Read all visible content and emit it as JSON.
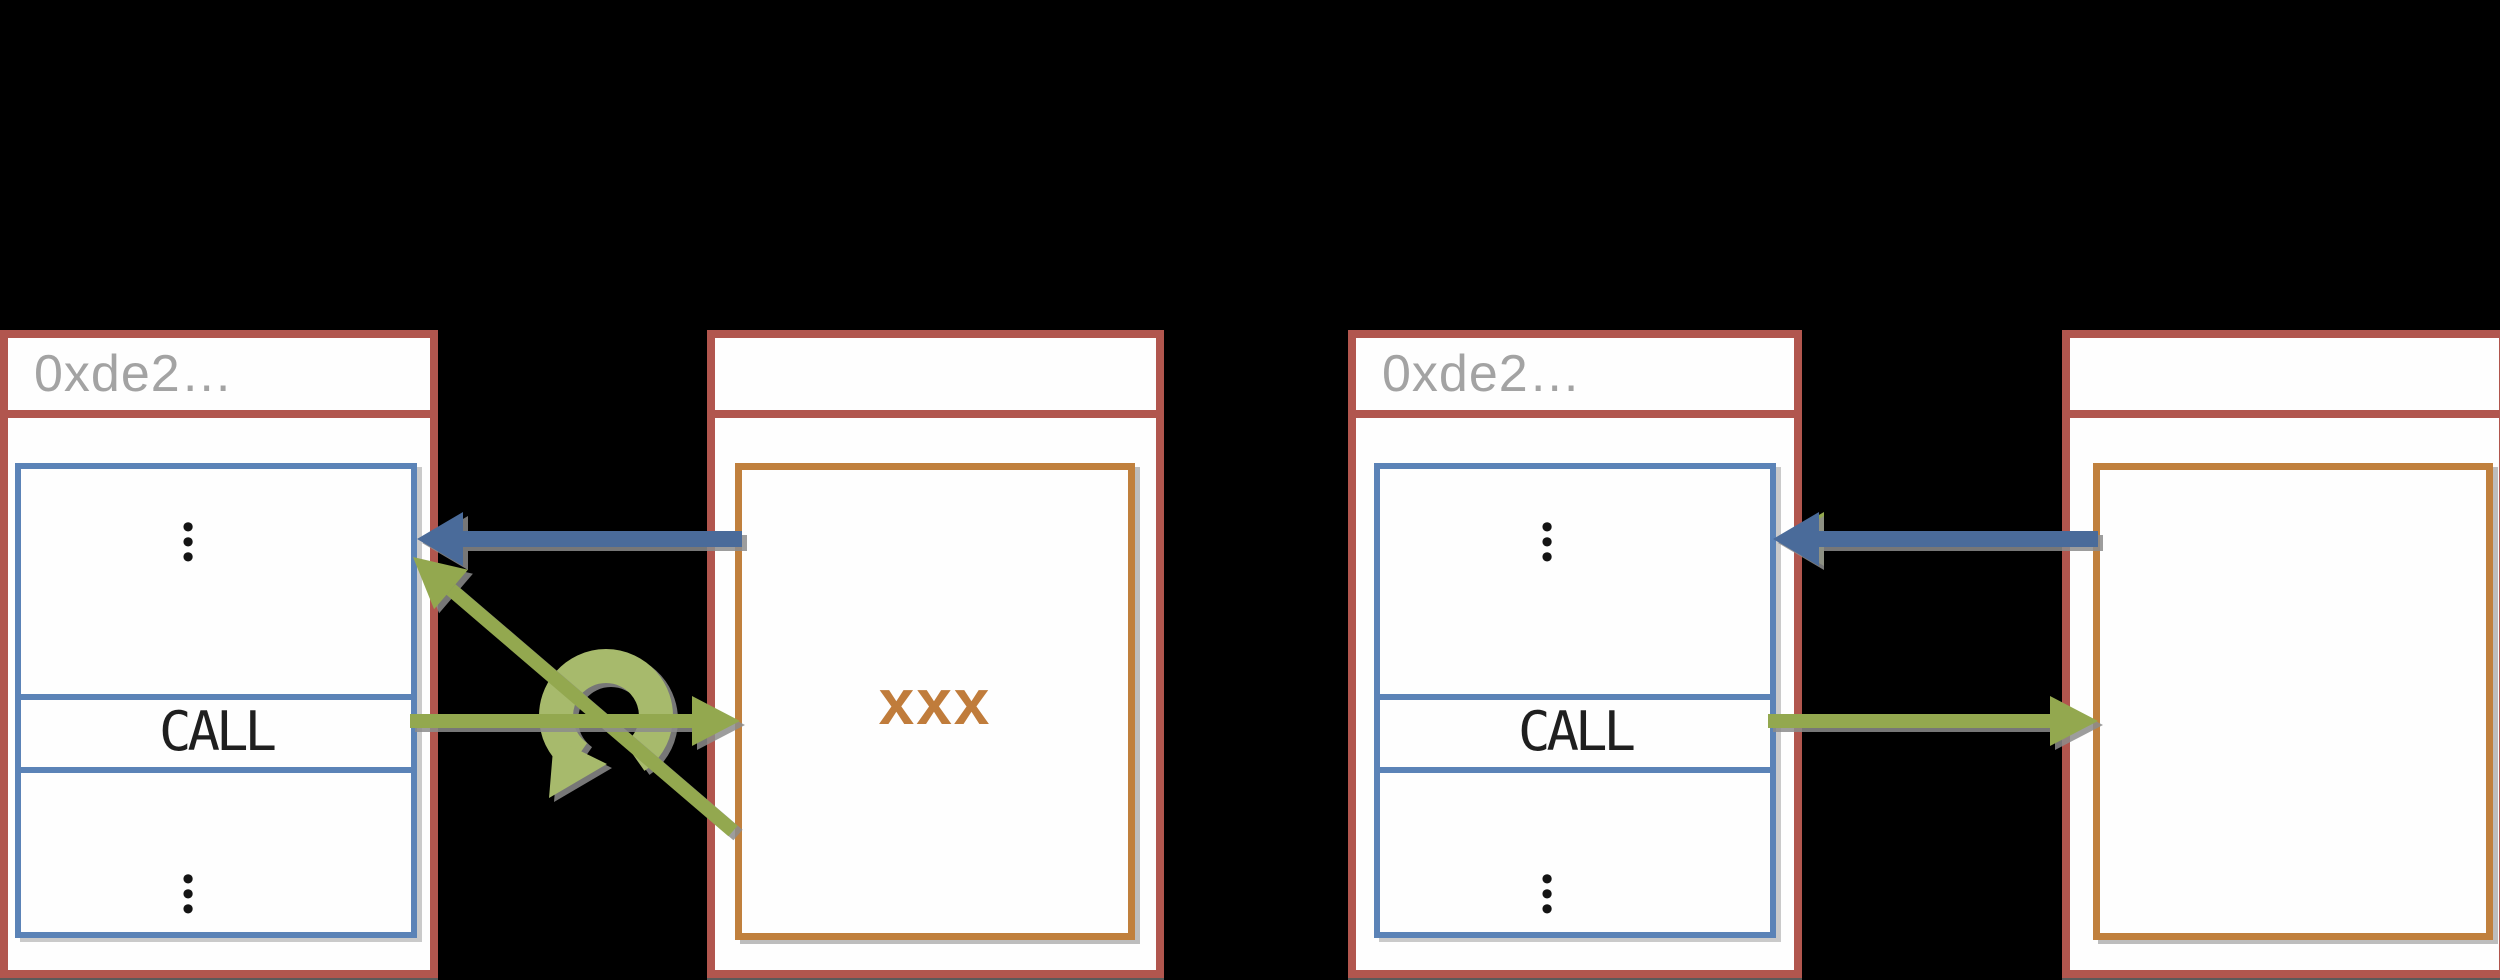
{
  "colors": {
    "background": "#000000",
    "contract_border_red": "#b1564e",
    "stack_border_blue": "#5b83b7",
    "code_border_orange": "#c0803d",
    "arrow_blue": "#4a6b9a",
    "arrow_green": "#93a84f",
    "loop_green": "#a7ba6c",
    "header_text_gray": "#a3a3a3",
    "call_text": "#1f1f1f",
    "xxx_text": "#c07c3b",
    "box_fill": "#fefefe"
  },
  "scenario_left": {
    "caller": {
      "address": "0xde2…",
      "stack_top_dots": "•\n•\n•",
      "instruction": "CALL",
      "stack_bottom_dots": "•\n•\n•"
    },
    "callee": {
      "address": "",
      "content": "xxx"
    }
  },
  "scenario_right": {
    "caller": {
      "address": "0xde2…",
      "stack_top_dots": "•\n•\n•",
      "instruction": "CALL",
      "stack_bottom_dots": "•\n•\n•"
    },
    "callee": {
      "address": "",
      "content": ""
    }
  }
}
